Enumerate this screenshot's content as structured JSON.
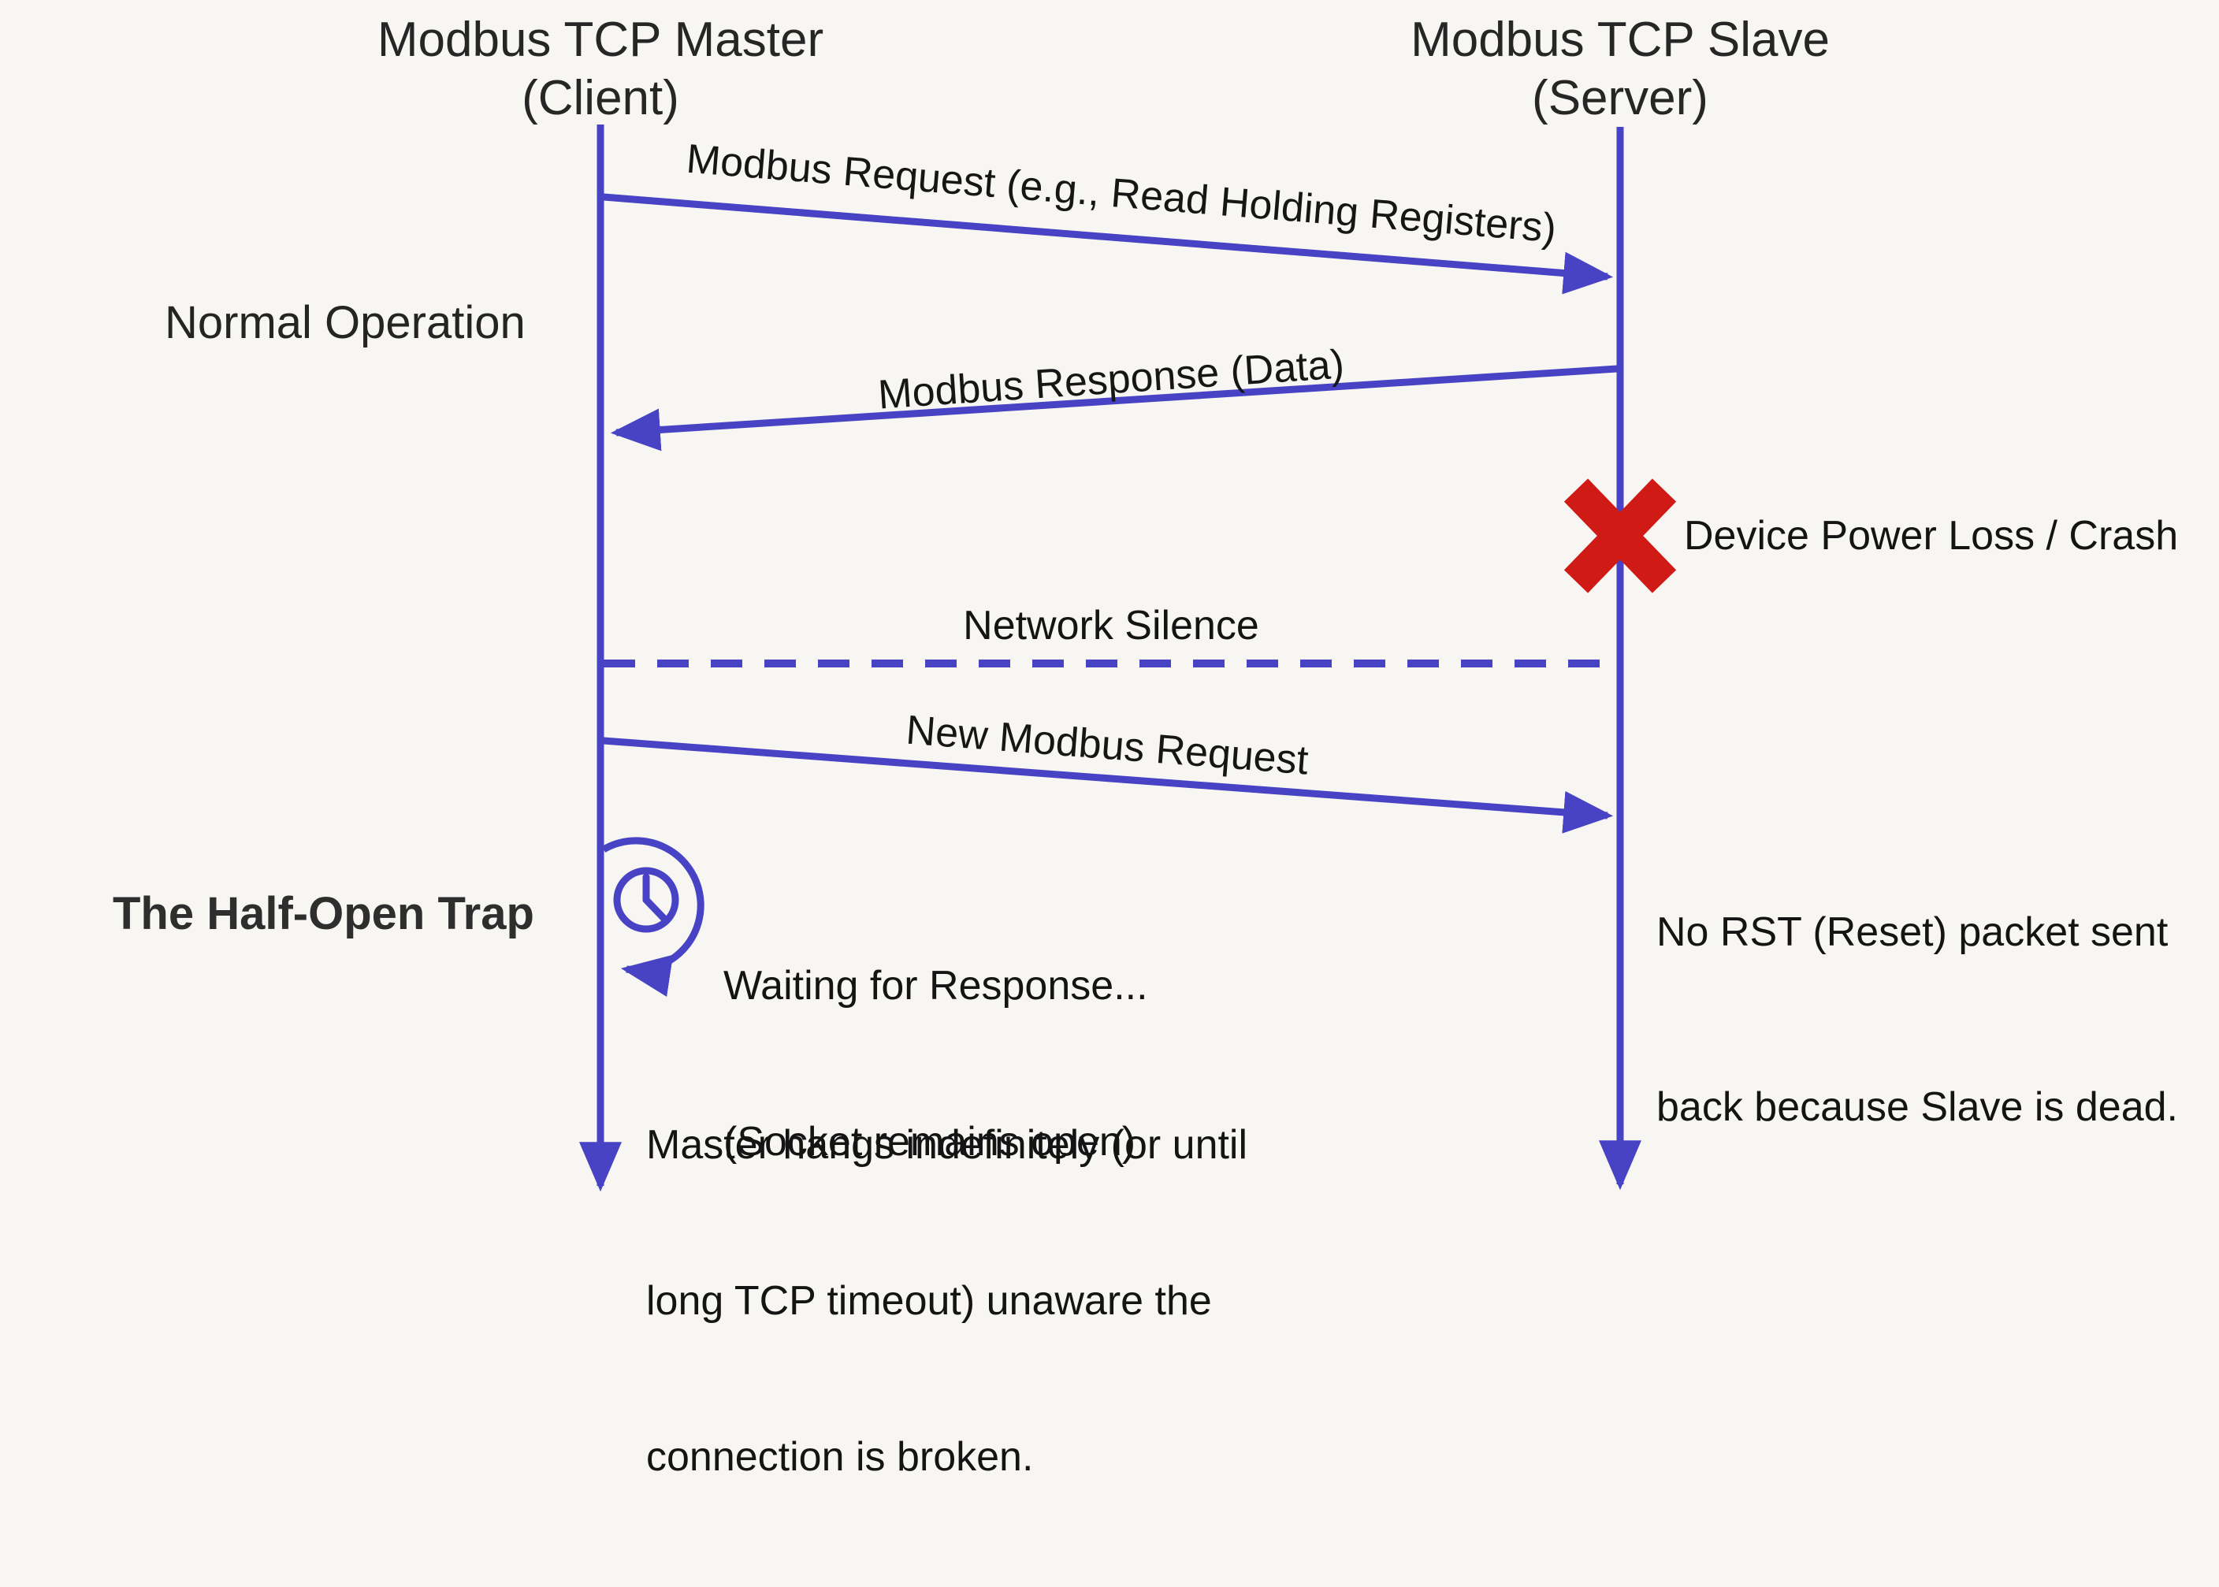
{
  "diagram": {
    "actors": {
      "master": {
        "line1": "Modbus TCP Master",
        "line2": "(Client)"
      },
      "slave": {
        "line1": "Modbus TCP Slave",
        "line2": "(Server)"
      }
    },
    "phases": {
      "normal": "Normal Operation",
      "trap": "The Half-Open Trap"
    },
    "messages": {
      "request": "Modbus Request (e.g., Read Holding Registers)",
      "response": "Modbus Response (Data)",
      "new_request": "New Modbus Request"
    },
    "events": {
      "crash": "Device Power Loss / Crash",
      "silence": "Network Silence",
      "no_rst_line1": "No RST (Reset) packet sent",
      "no_rst_line2": "back because Slave is dead.",
      "waiting_line1": "Waiting for Response...",
      "waiting_line2": "(Socket remains open)",
      "hang_line1": "Master hangs indefinitely (or until",
      "hang_line2": "long TCP timeout) unaware the",
      "hang_line3": "connection is broken."
    },
    "colors": {
      "line_blue": "#4843c4",
      "crash_red": "#cf1a15",
      "text": "#1b1b1b",
      "background": "#f7f6f3"
    }
  }
}
